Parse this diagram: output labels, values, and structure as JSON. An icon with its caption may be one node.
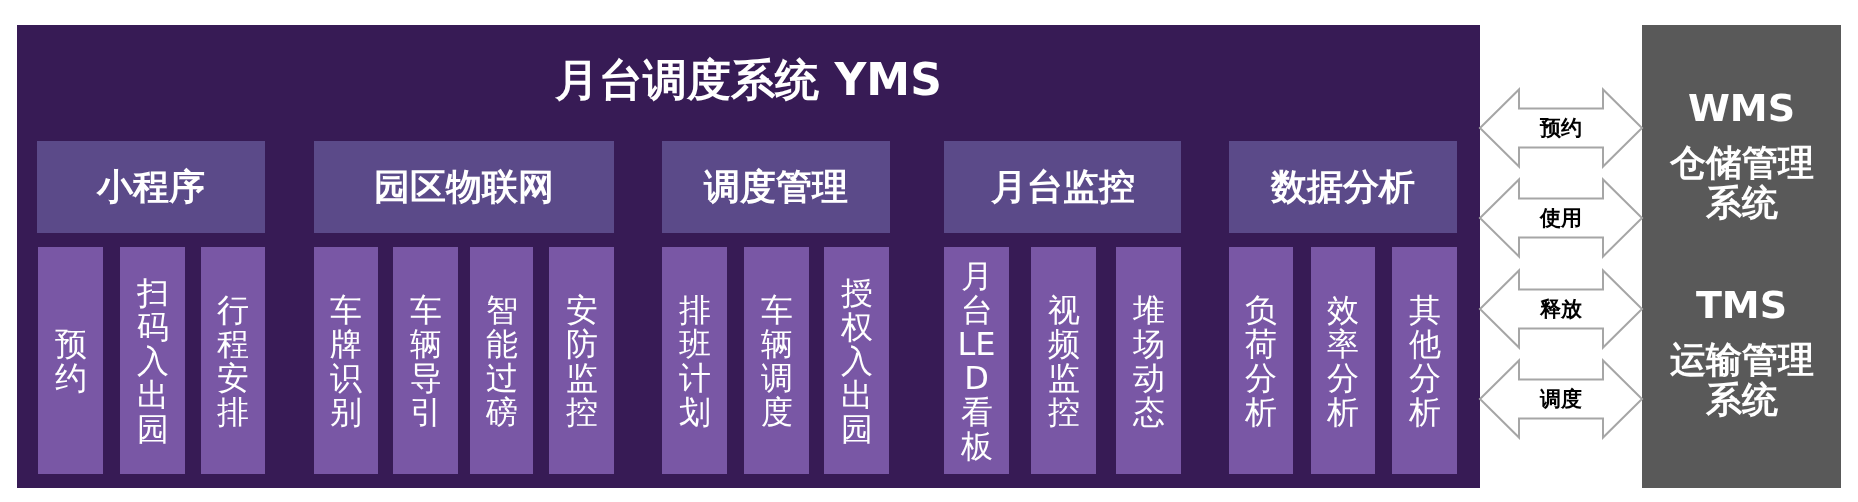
{
  "diagram": {
    "nodes": [
      {
        "text": [
          "月台调度系统 YMS"
        ]
      },
      {
        "text": [
          "小程序"
        ],
        "in": 0
      },
      {
        "text": [
          "预约"
        ],
        "in": 0
      },
      {
        "text": [
          "扫码入出园"
        ],
        "in": 0
      },
      {
        "text": [
          "行程安排"
        ],
        "in": 0
      },
      {
        "text": [
          "园区物联网"
        ],
        "in": 0
      },
      {
        "text": [
          "车牌识别"
        ],
        "in": 0
      },
      {
        "text": [
          "车辆导引"
        ],
        "in": 0
      },
      {
        "text": [
          "智能过磅"
        ],
        "in": 0
      },
      {
        "text": [
          "安防监控"
        ],
        "in": 0
      },
      {
        "text": [
          "调度管理"
        ],
        "in": 0
      },
      {
        "text": [
          "排班计划"
        ],
        "in": 0
      },
      {
        "text": [
          "车辆调度"
        ],
        "in": 0
      },
      {
        "text": [
          "授权入出园"
        ],
        "in": 0
      },
      {
        "text": [
          "月台监控"
        ],
        "in": 0
      },
      {
        "text": [
          "月台LED看板"
        ],
        "in": 0
      },
      {
        "text": [
          "视频监控"
        ],
        "in": 0
      },
      {
        "text": [
          "堆场动态"
        ],
        "in": 0
      },
      {
        "text": [
          "数据分析"
        ],
        "in": 0
      },
      {
        "text": [
          "负荷分析"
        ],
        "in": 0
      },
      {
        "text": [
          "效率分析"
        ],
        "in": 0
      },
      {
        "text": [
          "其他分析"
        ],
        "in": 0
      },
      {
        "text": [
          "WMS",
          "仓储管理系统",
          "TMS",
          "运输管理系统"
        ]
      }
    ],
    "edges": [
      {
        "from": 0,
        "to": 22,
        "arrow": "both",
        "label": "预约"
      },
      {
        "from": 0,
        "to": 22,
        "arrow": "both",
        "label": "使用"
      },
      {
        "from": 0,
        "to": 22,
        "arrow": "both",
        "label": "释放"
      },
      {
        "from": 0,
        "to": 22,
        "arrow": "both",
        "label": "调度"
      }
    ]
  }
}
